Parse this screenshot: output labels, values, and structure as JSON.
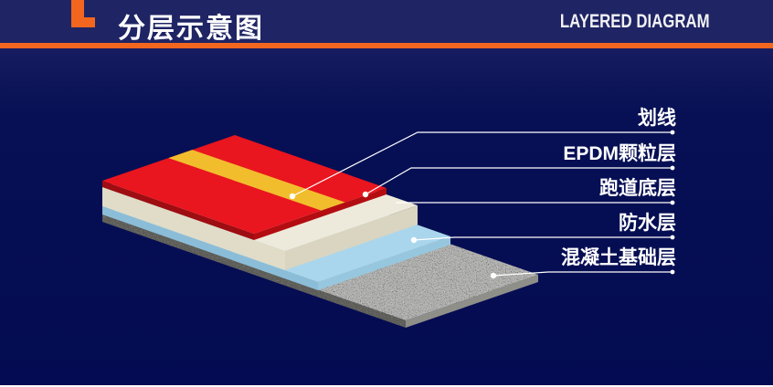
{
  "header": {
    "title": "分层示意图",
    "subtitle_en": "LAYERED DIAGRAM",
    "bg_color": "#1f2464",
    "accent_color": "#f3661f",
    "text_color": "#ffffff"
  },
  "diagram": {
    "background_color": "#040b52",
    "leader_color": "#ffffff",
    "dot_color": "#ffffff",
    "labels": [
      {
        "text": "划线"
      },
      {
        "text": "EPDM颗粒层"
      },
      {
        "text": "跑道底层"
      },
      {
        "text": "防水层"
      },
      {
        "text": "混凝土基础层"
      }
    ],
    "layers": [
      {
        "id": "marking-stripe",
        "label": "划线",
        "colors": {
          "top": "#f2bd2d"
        }
      },
      {
        "id": "epdm-surface",
        "label": "EPDM颗粒层",
        "colors": {
          "top": "#e9151f",
          "left": "#9e0d12",
          "right": "#b30d12"
        }
      },
      {
        "id": "track-base",
        "label": "跑道底层",
        "colors": {
          "top": "#edeadb",
          "left": "#e0dcc8",
          "right": "#d9d5c1"
        }
      },
      {
        "id": "waterproof",
        "label": "防水层",
        "colors": {
          "top": "#a9d6ec",
          "left": "#8bbdd8",
          "right": "#97c7de"
        }
      },
      {
        "id": "concrete-foundation",
        "label": "混凝土基础层",
        "colors": {
          "top": "#9d9d99",
          "left": "#82827c",
          "right": "#8f8f89"
        }
      }
    ]
  }
}
